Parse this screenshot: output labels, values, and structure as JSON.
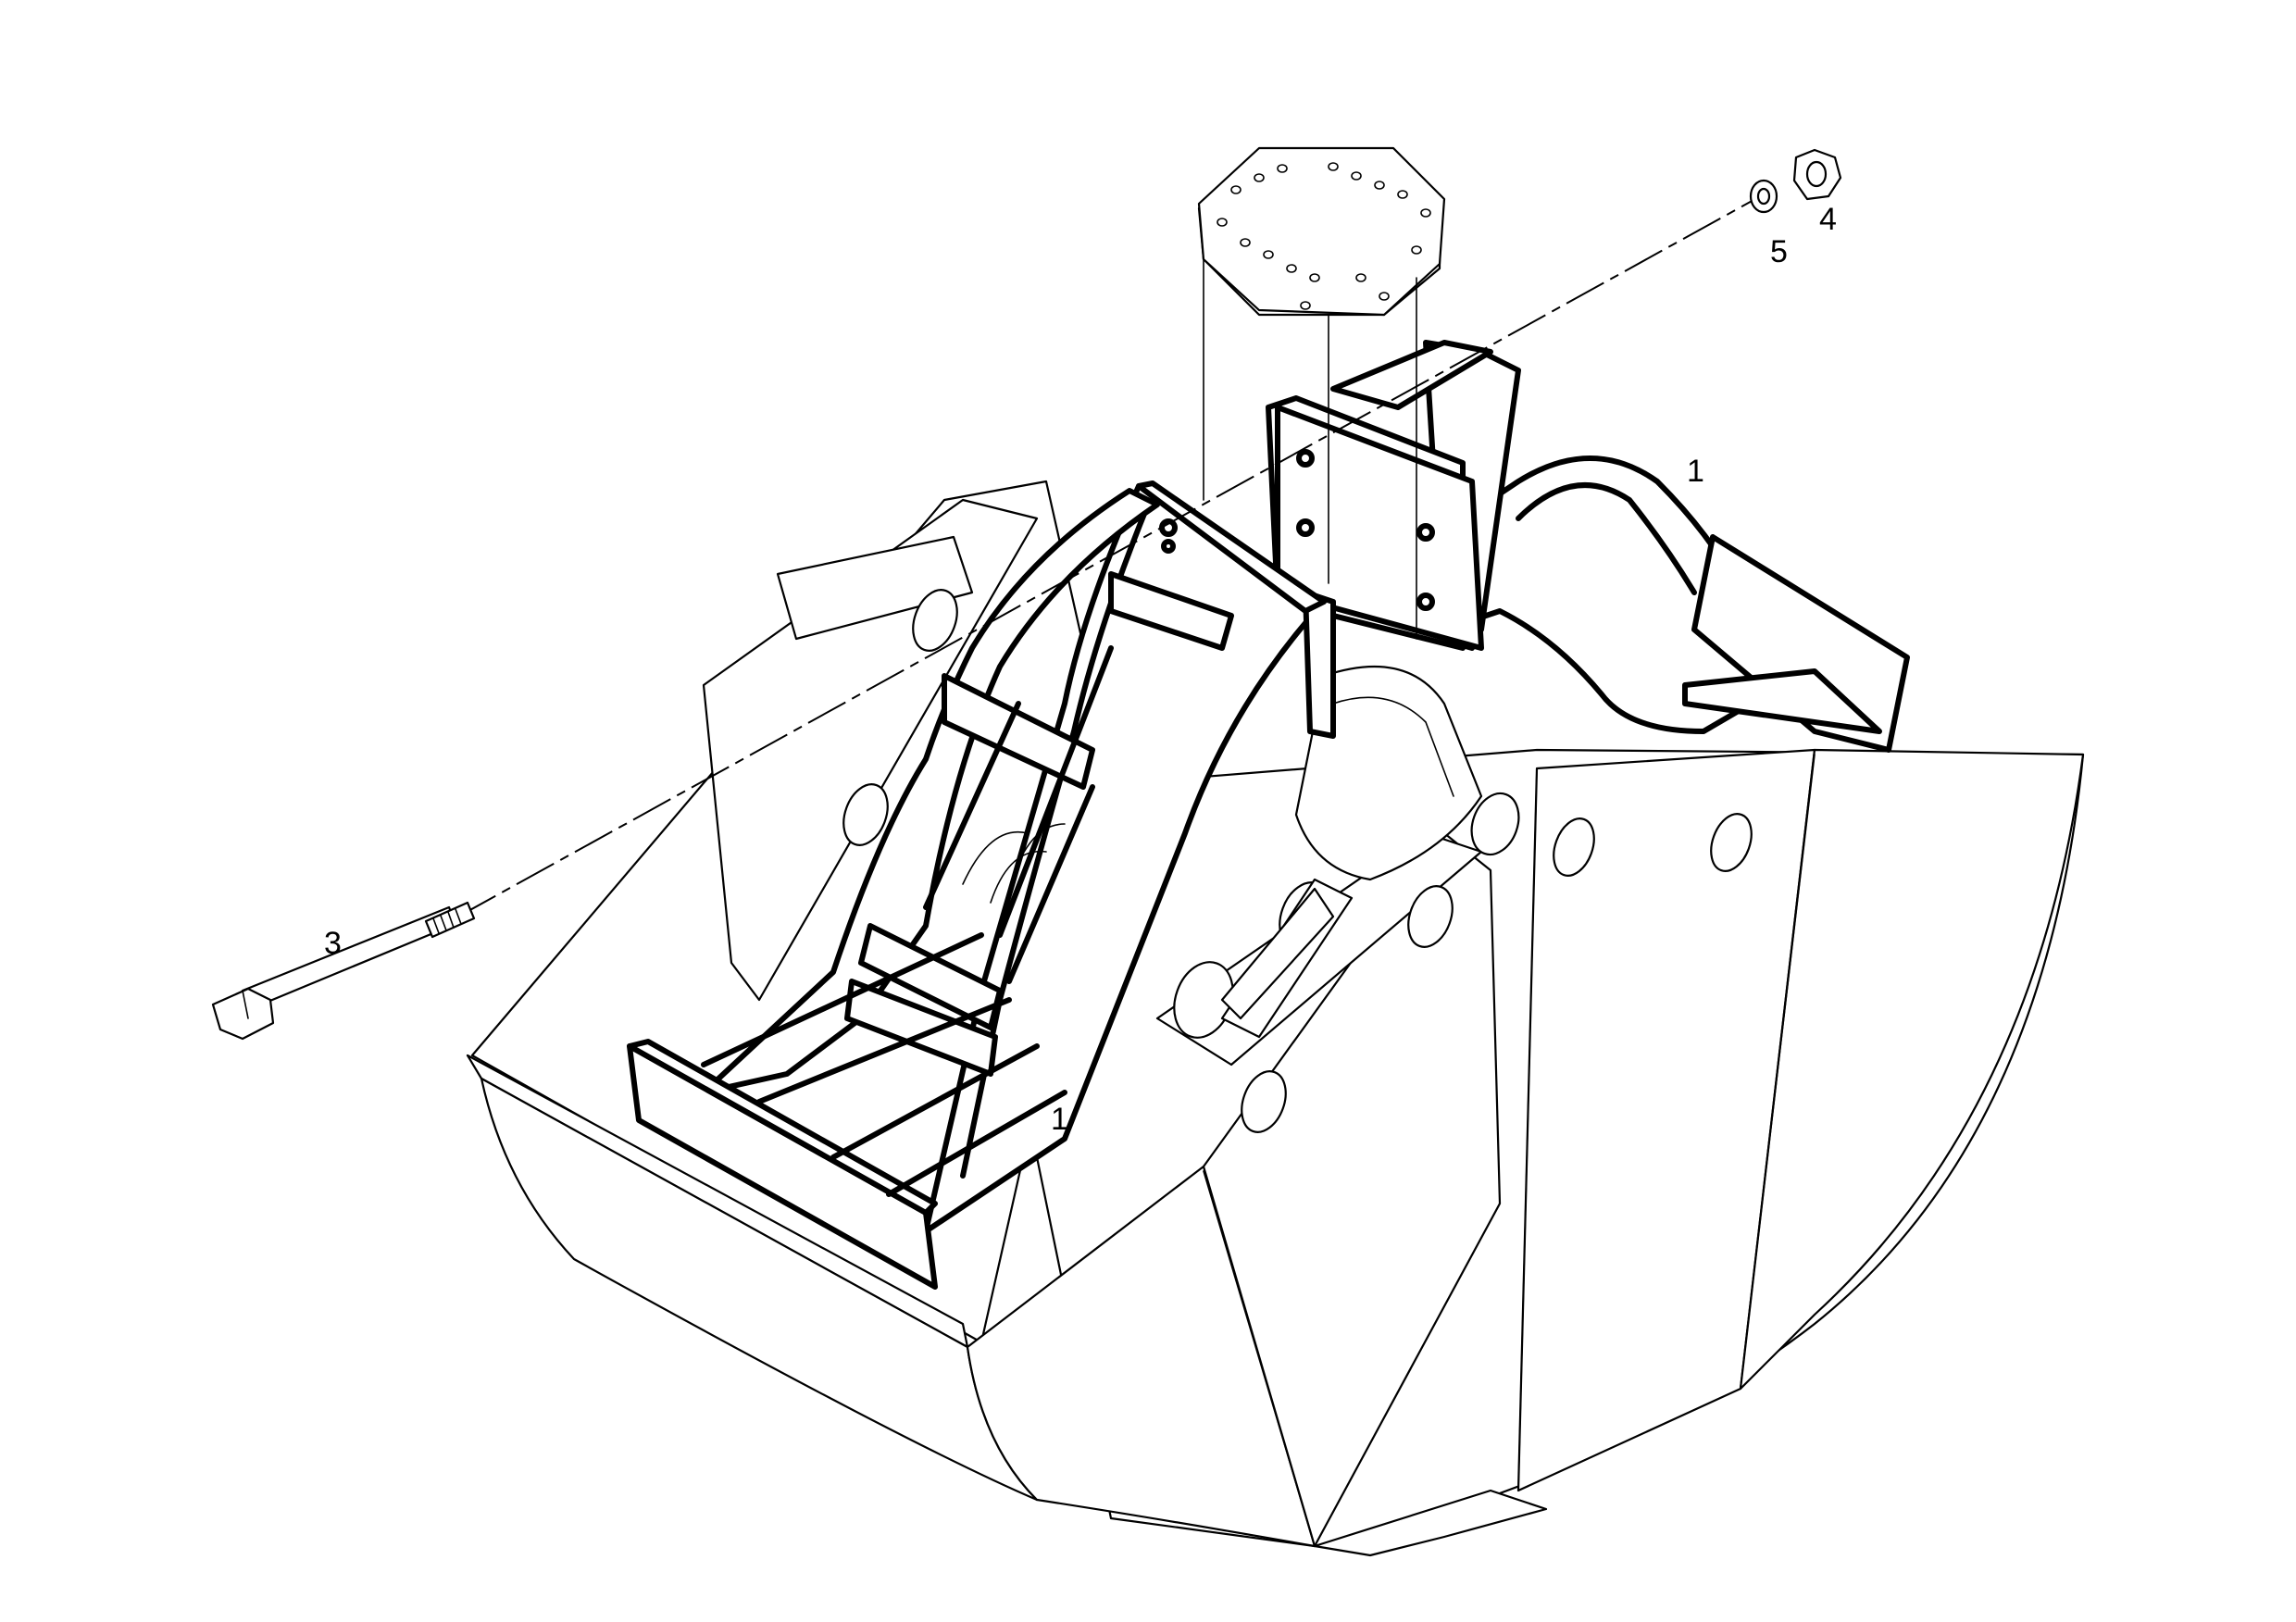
{
  "callouts": {
    "frame_upper": "1",
    "frame_lower": "1",
    "bolt": "3",
    "nut": "4",
    "washer": "5"
  },
  "icons": {
    "bucket": "bucket-icon",
    "frame": "frame-icon",
    "bolt": "bolt-icon",
    "nut": "nut-icon",
    "washer": "washer-icon",
    "rotator_plate": "octagon-plate-icon"
  }
}
